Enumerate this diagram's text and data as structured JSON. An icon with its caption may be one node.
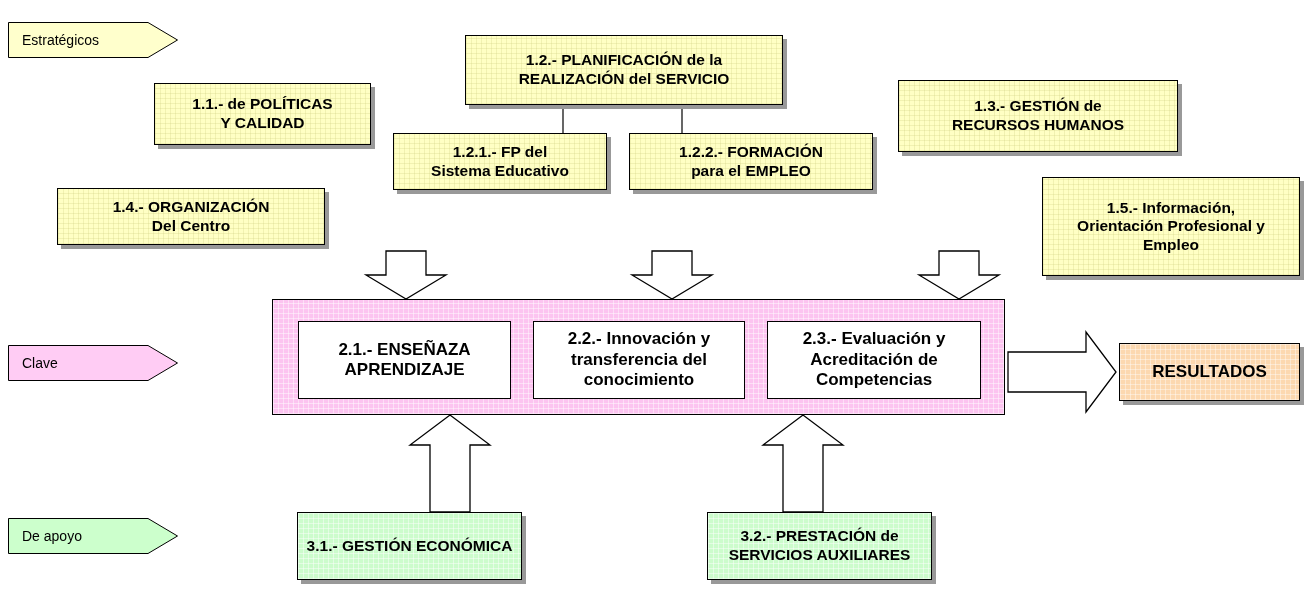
{
  "diagram": {
    "nodes": [
      {
        "text": [
          "Estratégicos"
        ]
      },
      {
        "text": [
          "1.2.- PLANIFICACIÓN de la REALIZACIÓN del SERVICIO"
        ]
      },
      {
        "text": [
          "1.1.- de POLÍTICAS Y CALIDAD"
        ]
      },
      {
        "text": [
          "1.3.- GESTIÓN de RECURSOS HUMANOS"
        ]
      },
      {
        "text": [
          "1.2.1.- FP del Sistema Educativo"
        ]
      },
      {
        "text": [
          "1.2.2.- FORMACIÓN para el EMPLEO"
        ]
      },
      {
        "text": [
          "1.4.- ORGANIZACIÓN Del Centro"
        ]
      },
      {
        "text": [
          "1.5.- Información, Orientación Profesional y Empleo"
        ]
      },
      {
        "text": [],
        "shape": "box"
      },
      {
        "text": [
          "2.1.- ENSEÑAZA APRENDIZAJE"
        ],
        "in": 8
      },
      {
        "text": [
          "2.2.- Innovación y transferencia del conocimiento"
        ],
        "in": 8
      },
      {
        "text": [
          "2.3.- Evaluación y Acreditación de Competencias"
        ],
        "in": 8
      },
      {
        "text": [
          "Clave"
        ]
      },
      {
        "text": [
          "RESULTADOS"
        ]
      },
      {
        "text": [
          "De apoyo"
        ]
      },
      {
        "text": [
          "3.1.- GESTIÓN ECONÓMICA"
        ]
      },
      {
        "text": [
          "3.2.- PRESTACIÓN de SERVICIOS AUXILIARES"
        ]
      }
    ],
    "edges": [
      {
        "from": 1,
        "to": 4,
        "arrow": "none"
      },
      {
        "from": 1,
        "to": 5,
        "arrow": "none"
      },
      {
        "from": null,
        "to": 8,
        "arrow": "to",
        "style": "thick"
      },
      {
        "from": null,
        "to": 8,
        "arrow": "to",
        "style": "thick"
      },
      {
        "from": null,
        "to": 8,
        "arrow": "to",
        "style": "thick"
      },
      {
        "from": 8,
        "to": 13,
        "arrow": "to",
        "style": "thick"
      },
      {
        "from": 15,
        "to": 8,
        "arrow": "to",
        "style": "thick"
      },
      {
        "from": 16,
        "to": 8,
        "arrow": "to",
        "style": "thick"
      }
    ]
  }
}
